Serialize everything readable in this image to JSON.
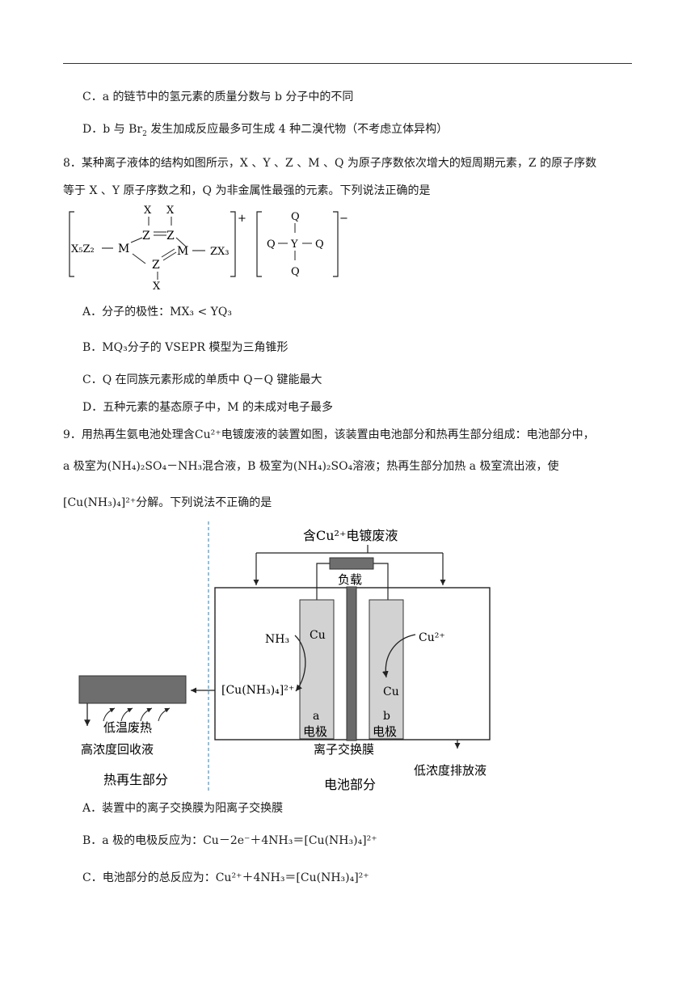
{
  "optC7": "C．a 的链节中的氢元素的质量分数与 b 分子中的不同",
  "optD7": {
    "pre": "D．b 与 ",
    "br": "Br",
    "br_sub": "2",
    "post": " 发生加成反应最多可生成 4 种二溴代物（不考虑立体异构）"
  },
  "q8": {
    "line1": "8．某种离子液体的结构如图所示，X 、Y 、Z 、M 、Q 为原子序数依次增大的短周期元素，Z 的原子序数",
    "line2": "等于 X 、Y 原子序数之和，Q 为非金属性最强的元素。下列说法正确的是",
    "options": {
      "A_pre": "A．分子的极性：",
      "A_formula": "MX₃ < YQ₃",
      "B_pre": "B．",
      "B_formula": "MQ₃",
      "B_post": "分子的 VSEPR 模型为三角锥形",
      "C": "C．Q 在同族元素形成的单质中 Q－Q 键能最大",
      "D": "D．五种元素的基态原子中，M 的未成对电子最多"
    },
    "structure": {
      "cation_charge": "+",
      "anion_charge": "−",
      "left_group": "X₅Z₂",
      "right_group": "ZX₃",
      "atoms": [
        "X",
        "Z",
        "M",
        "Q",
        "Y"
      ]
    }
  },
  "q9": {
    "line1_pre": "9．用热再生氨电池处理含",
    "line1_ion": "Cu²⁺",
    "line1_post": "电镀废液的装置如图，该装置由电池部分和热再生部分组成：电池部分中，",
    "line2_pre": "a 极室为",
    "line2_f1": "(NH₄)₂SO₄－NH₃",
    "line2_mid": "混合液，B 极室为",
    "line2_f2": "(NH₄)₂SO₄",
    "line2_post": "溶液；热再生部分加热 a 极室流出液，使",
    "line3_complex": "[Cu(NH₃)₄]²⁺",
    "line3_post": "分解。下列说法不正确的是",
    "diagram": {
      "top_label": "含Cu²⁺电镀废液",
      "load": "负载",
      "electrode_a_metal": "Cu",
      "electrode_a_letter": "a",
      "electrode_a_label": "电极",
      "electrode_b_letter": "b",
      "electrode_b_label": "电极",
      "nh3": "NH₃",
      "complex": "[Cu(NH₃)₄]²⁺",
      "cu2": "Cu²⁺",
      "cu_deposit": "Cu",
      "membrane": "离子交换膜",
      "waste_heat": "低温废热",
      "recovery": "高浓度回收液",
      "thermal_section": "热再生部分",
      "battery_section": "电池部分",
      "discharge": "低浓度排放液"
    },
    "options": {
      "A": "A．装置中的离子交换膜为阳离子交换膜",
      "B_pre": "B．a 极的电极反应为：",
      "B_eq": "Cu－2e⁻＋4NH₃＝[Cu(NH₃)₄]²⁺",
      "C_pre": "C．电池部分的总反应为：",
      "C_eq": "Cu²⁺＋4NH₃＝[Cu(NH₃)₄]²⁺"
    }
  }
}
